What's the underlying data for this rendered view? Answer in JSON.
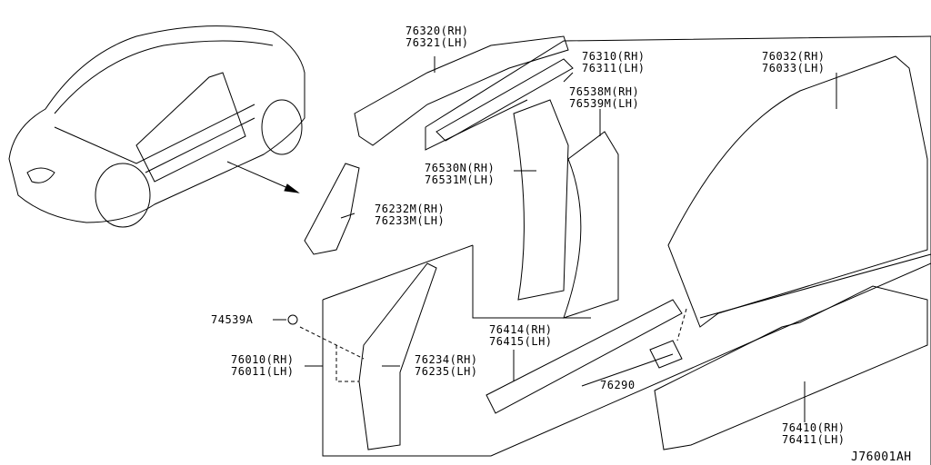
{
  "diagram_id": "J76001AH",
  "parts": [
    {
      "id": "roof-rail-outer",
      "lines": [
        "76320(RH)",
        "76321(LH)"
      ]
    },
    {
      "id": "roof-rail-inner",
      "lines": [
        "76310(RH)",
        "76311(LH)"
      ]
    },
    {
      "id": "body-side-outer",
      "lines": [
        "76032(RH)",
        "76033(LH)"
      ]
    },
    {
      "id": "center-pillar-outer",
      "lines": [
        "76538M(RH)",
        "76539M(LH)"
      ]
    },
    {
      "id": "center-pillar-inner",
      "lines": [
        "76530N(RH)",
        "76531M(LH)"
      ]
    },
    {
      "id": "front-pillar-upper",
      "lines": [
        "76232M(RH)",
        "76233M(LH)"
      ]
    },
    {
      "id": "clip",
      "lines": [
        "74539A"
      ]
    },
    {
      "id": "front-pillar",
      "lines": [
        "76010(RH)",
        "76011(LH)"
      ]
    },
    {
      "id": "front-pillar-inner",
      "lines": [
        "76234(RH)",
        "76235(LH)"
      ]
    },
    {
      "id": "sill-inner",
      "lines": [
        "76414(RH)",
        "76415(LH)"
      ]
    },
    {
      "id": "bracket",
      "lines": [
        "76290"
      ]
    },
    {
      "id": "sill-outer",
      "lines": [
        "76410(RH)",
        "76411(LH)"
      ]
    }
  ]
}
